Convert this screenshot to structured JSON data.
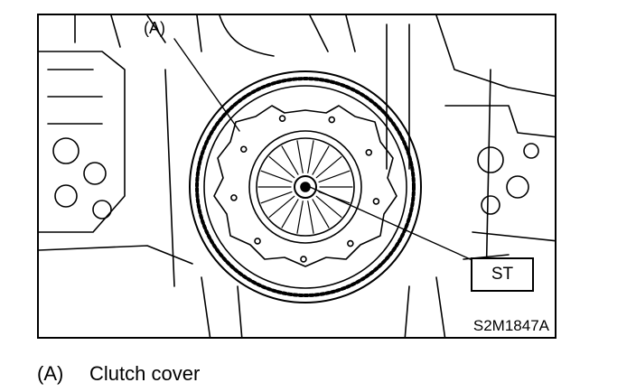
{
  "figure": {
    "callout_a": "(A)",
    "callout_st": "ST",
    "figure_code": "S2M1847A"
  },
  "legend": [
    {
      "key": "(A)",
      "description": "Clutch cover"
    }
  ],
  "colors": {
    "ink": "#000000",
    "paper": "#ffffff"
  }
}
